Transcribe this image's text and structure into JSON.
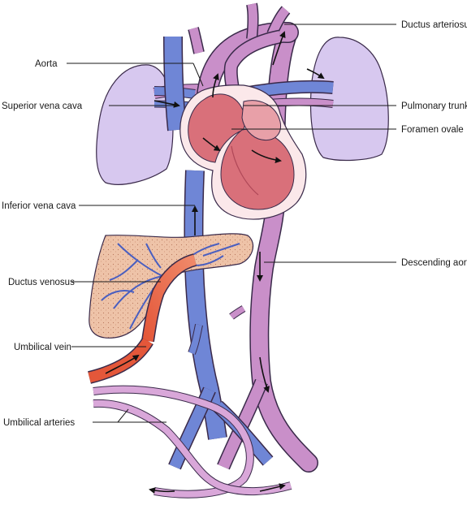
{
  "labels": {
    "ductus_arteriosus": "Ductus arteriosus",
    "aorta": "Aorta",
    "superior_vena_cava": "Superior vena cava",
    "pulmonary_trunk": "Pulmonary trunk",
    "foramen_ovale": "Foramen ovale",
    "inferior_vena_cava": "Inferior vena cava",
    "descending_aorta": "Descending aorta",
    "ductus_venosus": "Ductus venosus",
    "umbilical_vein": "Umbilical vein",
    "umbilical_arteries": "Umbilical arteries"
  },
  "colors": {
    "vein_blue": "#6f86d6",
    "artery_pink": "#c98fc9",
    "lung_lavender": "#d7c8ef",
    "heart_red": "#d9707a",
    "liver_tan": "#e8b89a",
    "oxygenated_red": "#e4573a"
  }
}
